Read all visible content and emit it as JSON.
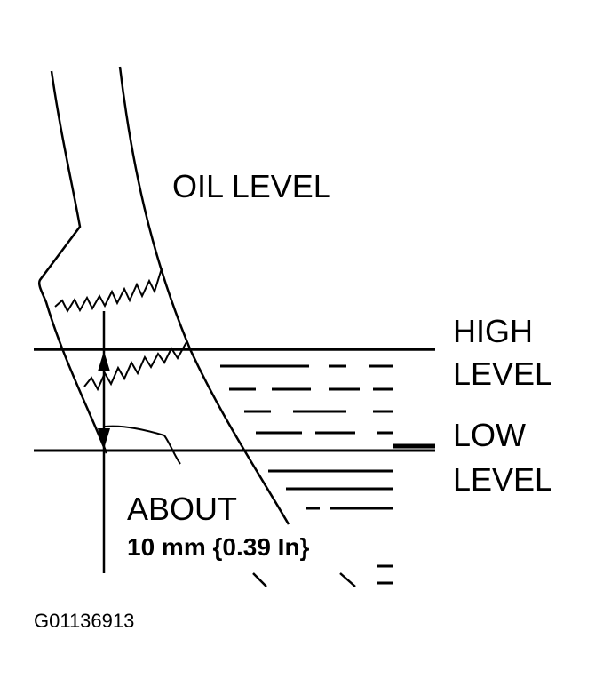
{
  "diagram": {
    "title": "OIL LEVEL",
    "high_level_line1": "HIGH",
    "high_level_line2": "LEVEL",
    "low_level_line1": "LOW",
    "low_level_line2": "LEVEL",
    "about_label": "ABOUT",
    "measurement": "10 mm {0.39 In}",
    "figure_code": "G01136913"
  },
  "colors": {
    "ink": "#000000",
    "background": "#ffffff"
  }
}
